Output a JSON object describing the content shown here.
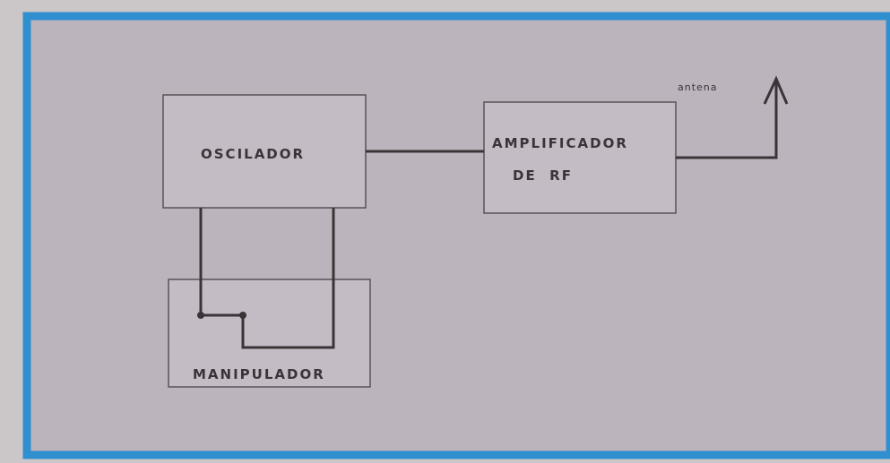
{
  "diagram": {
    "blocks": {
      "oscillator": "OSCILADOR",
      "rf_amplifier_line1": "AMPLIFICADOR",
      "rf_amplifier_line2": "DE  RF",
      "manipulator": "MANIPULADOR"
    },
    "antenna_label": "antena"
  },
  "colors": {
    "frame": "#2f8fcf",
    "panel": "#bcb4bd",
    "ink": "#3a3438",
    "box_fill": "#c4bcc5"
  }
}
